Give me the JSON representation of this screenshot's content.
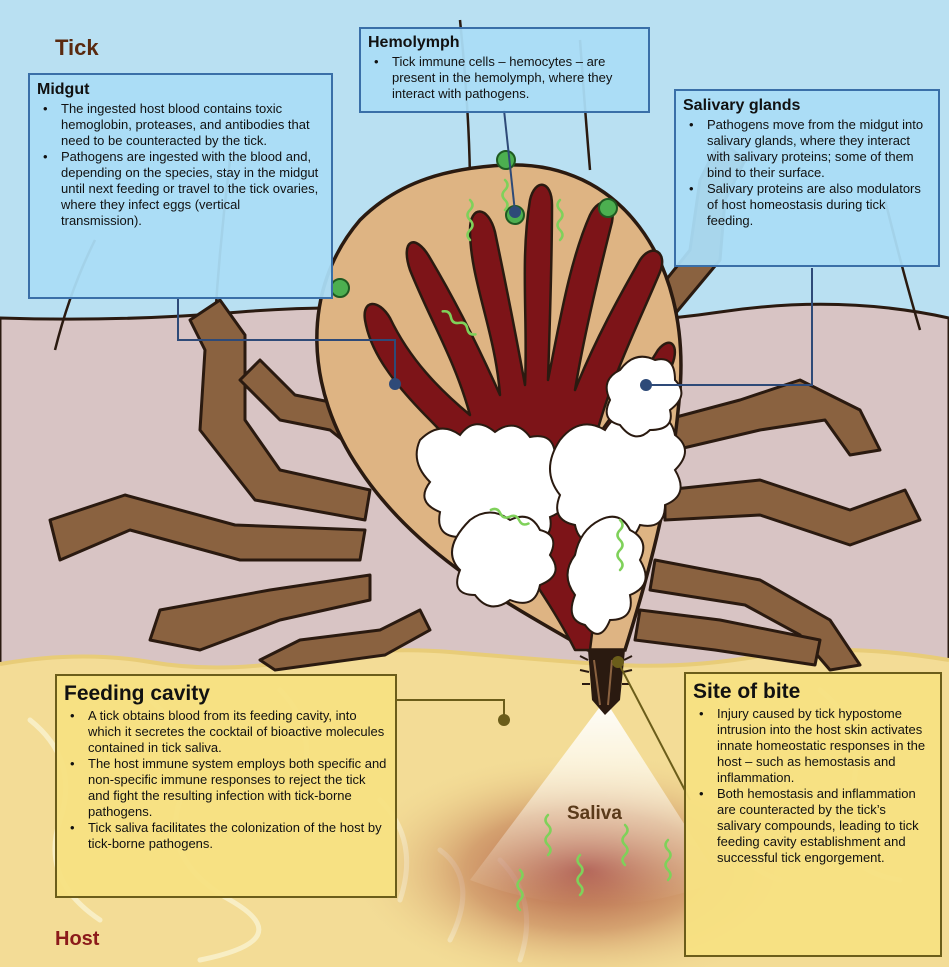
{
  "labels": {
    "tick": "Tick",
    "host": "Host",
    "saliva": "Saliva"
  },
  "boxes": {
    "midgut": {
      "title": "Midgut",
      "items": [
        "The ingested host blood contains toxic hemoglobin, proteases, and antibodies that need to be counteracted by the tick.",
        "Pathogens are ingested with the blood and, depending on the species, stay in the midgut until next feeding or travel to the tick ovaries, where they infect eggs (vertical transmission)."
      ]
    },
    "hemolymph": {
      "title": "Hemolymph",
      "items": [
        "Tick immune cells – hemocytes – are present in the hemolymph, where they interact with pathogens."
      ]
    },
    "salivary_glands": {
      "title": "Salivary glands",
      "items": [
        "Pathogens move from the midgut into salivary glands, where they interact with salivary proteins; some of them bind to their surface.",
        "Salivary proteins are also modulators of host homeostasis during tick feeding."
      ]
    },
    "feeding_cavity": {
      "title": "Feeding cavity",
      "items": [
        "A tick obtains blood from its feeding cavity, into which it secretes the cocktail of bioactive molecules contained in tick saliva.",
        "The host immune system employs both specific and non-specific immune responses to reject the tick and fight the resulting infection with tick-borne pathogens.",
        "Tick saliva facilitates the colonization of the host by tick-borne pathogens."
      ]
    },
    "site_of_bite": {
      "title": "Site of bite",
      "items": [
        "Injury caused by tick hypostome intrusion into the host skin activates innate homeostatic responses in the host – such as hemostasis and inflammation.",
        "Both hemostasis and inflammation are counteracted by the tick’s salivary compounds, leading to tick feeding cavity establishment and successful tick engorgement."
      ]
    }
  },
  "colors": {
    "sky": "#b9e0f2",
    "skin": "#d8c4c4",
    "tissue": "#f3dc96",
    "tick_body": "#deb483",
    "midgut": "#7d1418",
    "legs": "#8a6240",
    "outline": "#2a1a10",
    "blue_box": "#aadcf5",
    "yellow_box": "#f7e182",
    "pathogen": "#7fd15a",
    "hemocyte": "#4caf50",
    "host_label": "#8b1a1a",
    "tick_label": "#5a2a10"
  }
}
